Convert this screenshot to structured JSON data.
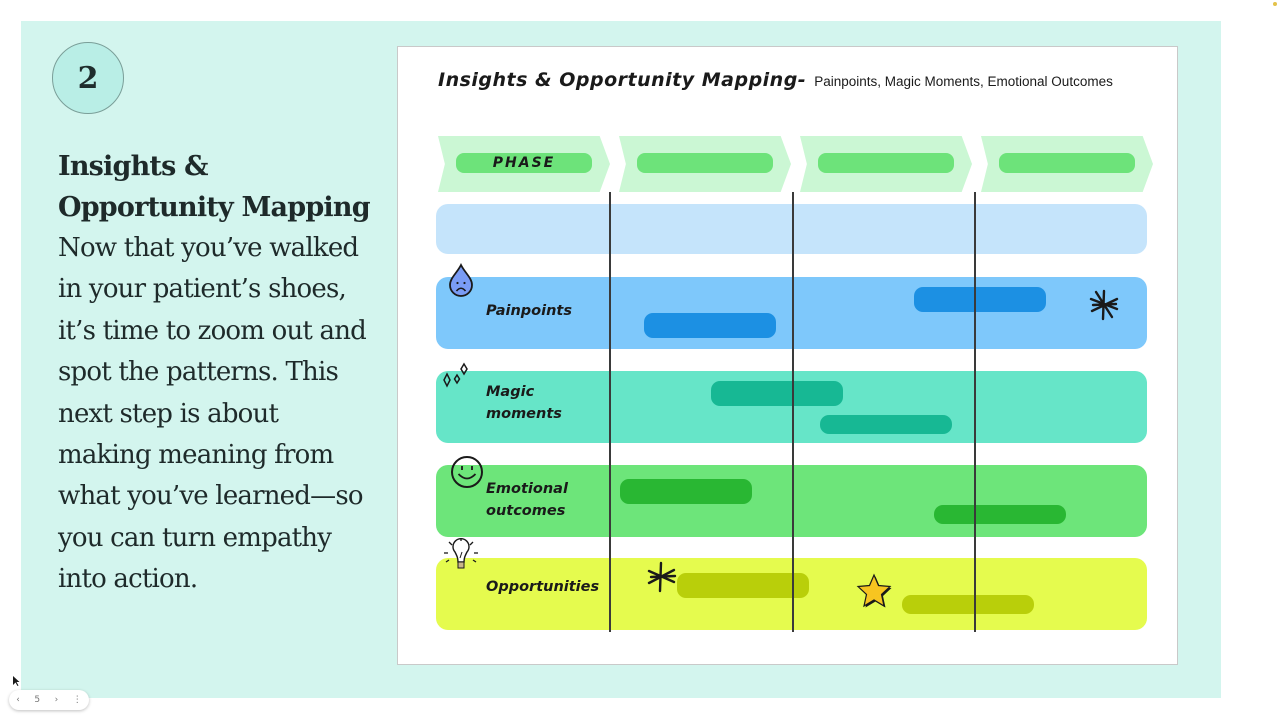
{
  "slide": {
    "step_number": "2",
    "title": "Insights & Opportunity Mapping",
    "body": "Now that you’ve walked in your patient’s shoes, it’s time to zoom out and spot the patterns. This next step is about making meaning from what you’ve learned—so you can turn empathy into action."
  },
  "map": {
    "title": "Insights & Opportunity Mapping-",
    "subtitle": "Painpoints, Magic Moments, Emotional Outcomes",
    "phases": [
      {
        "label": "PHASE"
      },
      {
        "label": ""
      },
      {
        "label": ""
      },
      {
        "label": ""
      }
    ],
    "rows": [
      {
        "name": "header-lane",
        "label": "",
        "color": "#c5e4fb",
        "bar_color": "",
        "icon": ""
      },
      {
        "name": "painpoints",
        "label": "Painpoints",
        "color": "#7ec8fb",
        "bar_color": "#1c90e3",
        "icon": "sad-drop-icon"
      },
      {
        "name": "magic-moments",
        "label": "Magic moments",
        "label_lines": [
          "Magic",
          "moments"
        ],
        "color": "#66e5c8",
        "bar_color": "#17b894",
        "icon": "sparkles-icon"
      },
      {
        "name": "emotional-outcomes",
        "label": "Emotional outcomes",
        "label_lines": [
          "Emotional",
          "outcomes"
        ],
        "color": "#6de57a",
        "bar_color": "#29b733",
        "icon": "smiley-icon"
      },
      {
        "name": "opportunities",
        "label": "Opportunities",
        "color": "#e5fb4e",
        "bar_color": "#b9cf0a",
        "icon": "lightbulb-icon"
      }
    ],
    "markers": [
      {
        "row": "painpoints",
        "icon": "asterisk-icon"
      },
      {
        "row": "opportunities",
        "icon": "asterisk-icon"
      },
      {
        "row": "opportunities",
        "icon": "star-icon",
        "color": "#f7c520"
      }
    ]
  },
  "nav": {
    "prev": "‹",
    "page": "5",
    "next": "›",
    "more": "⋮"
  }
}
